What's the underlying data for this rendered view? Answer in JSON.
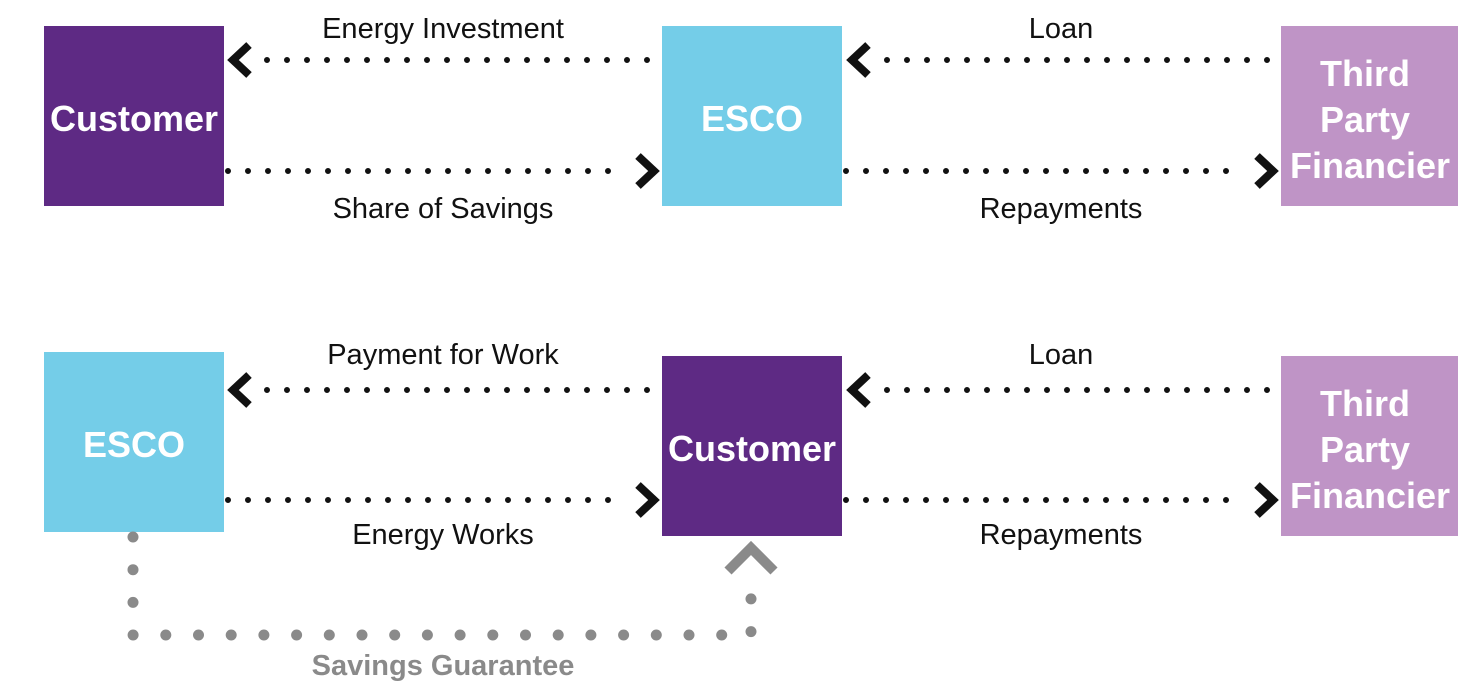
{
  "colors": {
    "customer": "#5e2a84",
    "esco": "#74cde8",
    "financier": "#bf94c6",
    "arrow": "#111111",
    "guarantee": "#8a8a8a"
  },
  "diagram_top": {
    "left_box": "Customer",
    "center_box": "ESCO",
    "right_box": [
      "Third",
      "Party",
      "Financier"
    ],
    "flow_center_to_left": "Energy Investment",
    "flow_left_to_center": "Share of Savings",
    "flow_right_to_center": "Loan",
    "flow_center_to_right": "Repayments"
  },
  "diagram_bottom": {
    "left_box": "ESCO",
    "center_box": "Customer",
    "right_box": [
      "Third",
      "Party",
      "Financier"
    ],
    "flow_center_to_left": "Payment for Work",
    "flow_left_to_center": "Energy Works",
    "flow_right_to_center": "Loan",
    "flow_center_to_right": "Repayments",
    "guarantee_label": "Savings Guarantee"
  }
}
